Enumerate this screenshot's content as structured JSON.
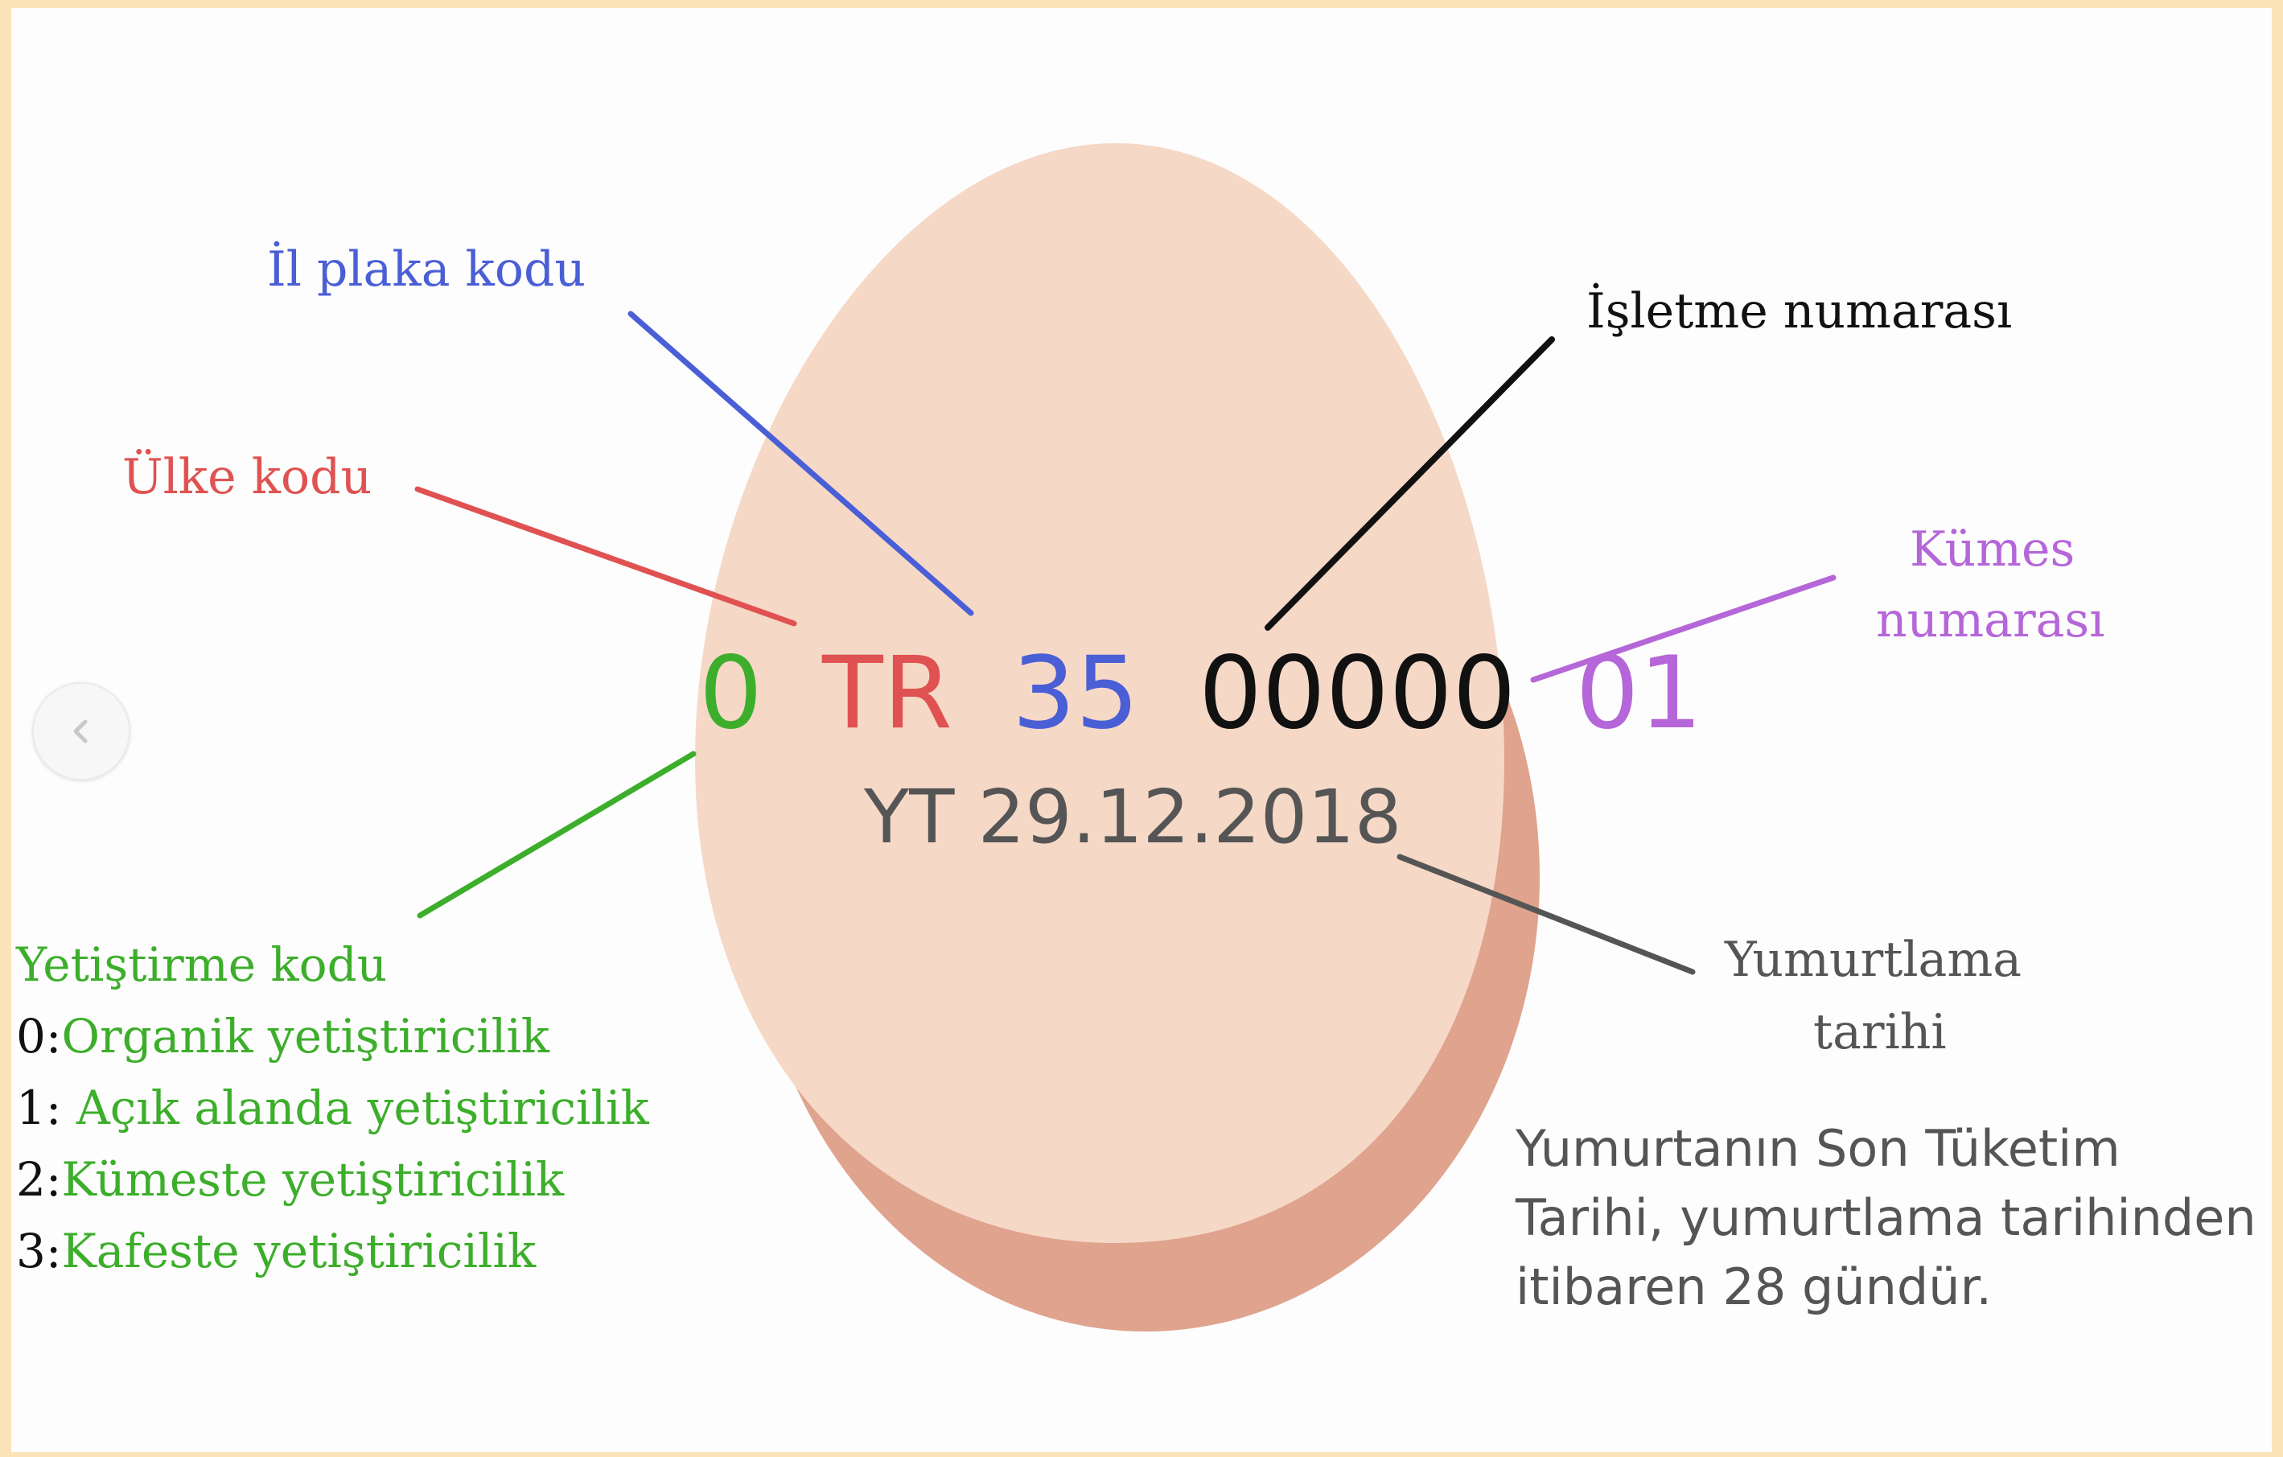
{
  "colors": {
    "green": "#3dae2b",
    "red": "#e05252",
    "blue": "#4a5fd6",
    "black": "#111111",
    "purple": "#b566d8",
    "gray": "#555555",
    "egg_body": "#f6d8c7",
    "egg_shadow": "#dfa38e"
  },
  "code": {
    "yetistirme": "0",
    "ulke": "TR",
    "il": "35",
    "isletme": "00000",
    "kumes": "01"
  },
  "date_stamp": "YT 29.12.2018",
  "labels": {
    "il_plaka": "İl plaka kodu",
    "ulke": "Ülke kodu",
    "isletme": "İşletme numarası",
    "kumes_line1": "Kümes",
    "kumes_line2": "numarası",
    "yumurtlama_line1": "Yumurtlama",
    "yumurtlama_line2": "tarihi"
  },
  "legend": {
    "title": "Yetiştirme kodu",
    "items": [
      {
        "code": "0:",
        "text": "Organik yetiştiricilik"
      },
      {
        "code": "1: ",
        "text": "Açık alanda yetiştiricilik"
      },
      {
        "code": "2:",
        "text": "Kümeste yetiştiricilik"
      },
      {
        "code": "3:",
        "text": "Kafeste yetiştiricilik"
      }
    ]
  },
  "note": {
    "lines": [
      "Yumurtanın Son Tüketim",
      "Tarihi, yumurtlama tarihinden",
      "itibaren 28 gündür."
    ]
  },
  "nav": {
    "prev_icon": "chevron-left-icon"
  }
}
